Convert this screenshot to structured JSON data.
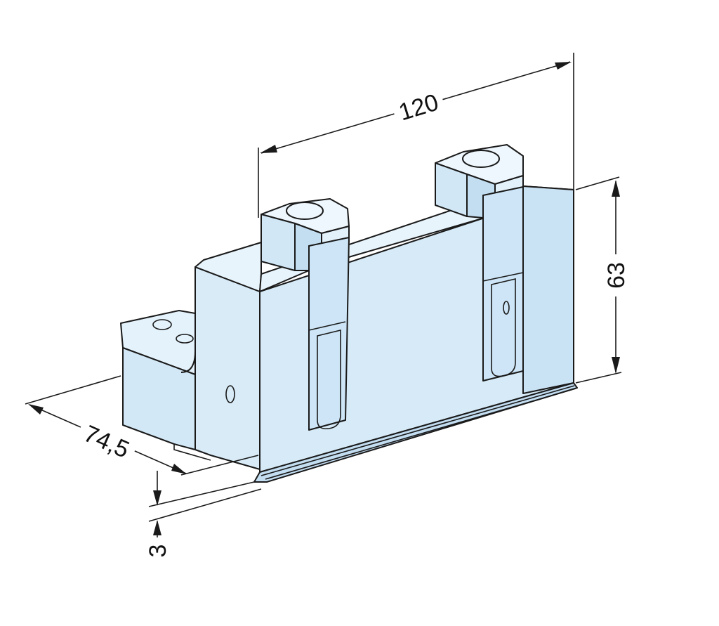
{
  "dimensions": {
    "length": "120",
    "height": "63",
    "depth": "74,5",
    "step": "3"
  },
  "colors": {
    "body_light": "#e4f2fb",
    "body_mid": "#cfe6f6",
    "body_dark": "#bcdaf0",
    "line": "#1a1a1a"
  }
}
